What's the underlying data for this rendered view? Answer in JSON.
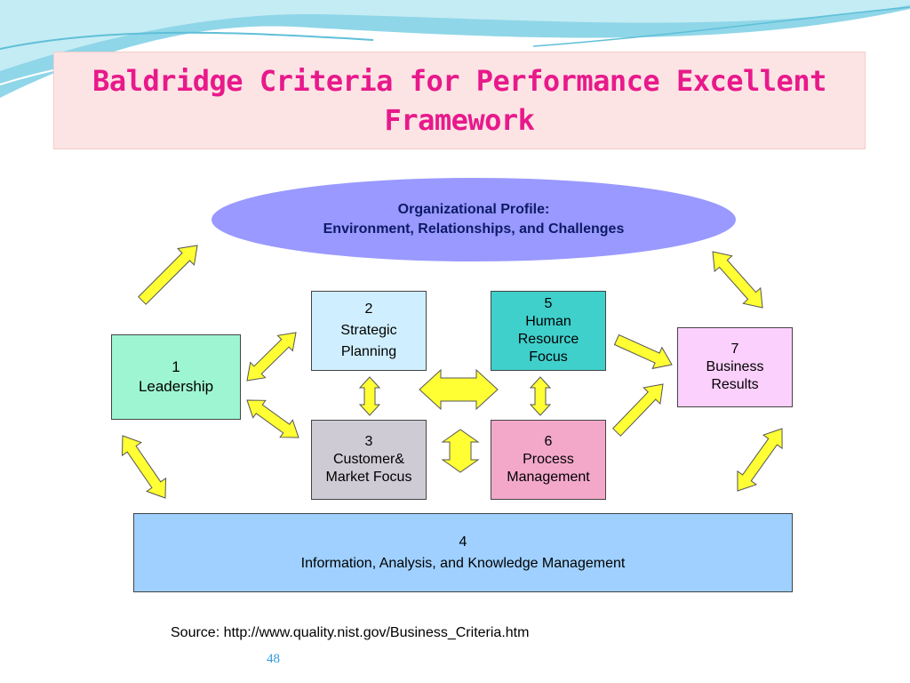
{
  "slide": {
    "title_lines": [
      "Baldridge Criteria for Performance Excellent",
      "Framework"
    ],
    "profile": {
      "line1": "Organizational Profile:",
      "line2": "Environment, Relationships, and Challenges"
    },
    "boxes": {
      "leadership": [
        "1",
        "Leadership"
      ],
      "strategic_planning": [
        "2",
        "Strategic",
        "Planning"
      ],
      "customer_market": [
        "3",
        "Customer&",
        "Market Focus"
      ],
      "information": [
        "4",
        "Information, Analysis, and Knowledge Management"
      ],
      "human_resource": [
        "5",
        "Human",
        "Resource",
        "Focus"
      ],
      "process_management": [
        "6",
        "Process",
        "Management"
      ],
      "business_results": [
        "7",
        "Business",
        "Results"
      ]
    },
    "source": "Source: http://www.quality.nist.gov/Business_Criteria.htm",
    "page_number": "48"
  },
  "colors": {
    "title": "#e8198b",
    "title_bg": "#fde4e4",
    "oval": "#9999ff",
    "arrow_fill": "#ffff33",
    "leadership": "#9ef5d1",
    "strategic_planning": "#cfeeff",
    "customer_market": "#cfcbd4",
    "human_resource": "#3fd0cc",
    "process_management": "#f3a8ca",
    "business_results": "#fcd0fc",
    "information": "#9fd0ff"
  }
}
